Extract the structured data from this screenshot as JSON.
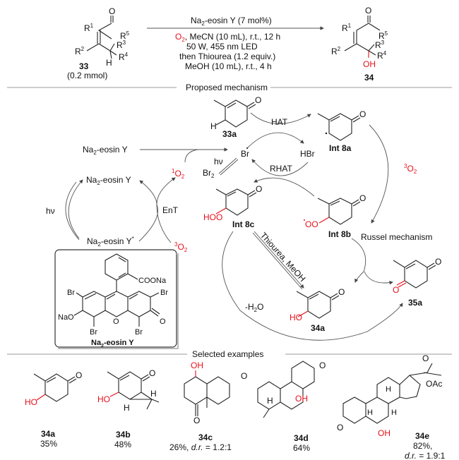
{
  "reaction": {
    "substrate": {
      "label": "33",
      "amount": "(0.2 mmol)",
      "substituents": [
        "R1",
        "R2",
        "R3",
        "R4",
        "R5"
      ],
      "h_label": "H",
      "o_label": "O"
    },
    "product": {
      "label": "34",
      "oh_label": "OH"
    },
    "conditions": {
      "above_arrow": "Na2-eosin Y (7 mol%)",
      "line1_o2": "O2",
      "line1_rest": ", MeCN (10 mL), r.t., 12 h",
      "line2": "50 W, 455 nm LED",
      "line3": "then Thiourea (1.2 equiv.)",
      "line4": "MeOH (10 mL), r.t., 4 h"
    }
  },
  "sections": {
    "mechanism_title": "Proposed mechanism",
    "examples_title": "Selected examples"
  },
  "mechanism": {
    "species": {
      "s33a": "33a",
      "int8a": "Int 8a",
      "int8b": "Int 8b",
      "int8c": "Int 8c",
      "p34a": "34a",
      "p35a": "35a",
      "br_radical": "Br",
      "hbr": "HBr",
      "br2": "Br2",
      "eosin_top": "Na2-eosin Y",
      "eosin_mid": "Na2-eosin Y",
      "eosin_excited": "Na2-eosin Y*",
      "singlet_o2": "1O2",
      "triplet_o2_left": "3O2",
      "triplet_o2_right": "3O2",
      "hooh": "HOO",
      "oo_radical": "OO",
      "ho": "HO",
      "o": "O"
    },
    "labels": {
      "hat": "HAT",
      "rhat": "RHAT",
      "hv1": "hν",
      "hv2": "hν",
      "ent": "EnT",
      "russel": "Russel mechanism",
      "thiourea": "Thiourea, MeOH",
      "minus_water": "-H2O"
    },
    "eosin_box": {
      "title": "Na2-eosin Y",
      "atoms": [
        "COONa",
        "Br",
        "Br",
        "NaO",
        "O",
        "O",
        "Br",
        "Br"
      ]
    }
  },
  "examples": [
    {
      "id": "34a",
      "yield": "35%"
    },
    {
      "id": "34b",
      "yield": "48%"
    },
    {
      "id": "34c",
      "yield": "26%, ",
      "dr_label": "d.r.",
      "dr_value": " = 1.2:1"
    },
    {
      "id": "34d",
      "yield": "64%"
    },
    {
      "id": "34e",
      "yield": "82%,",
      "dr_label": "d.r.",
      "dr_value": " = 1.9:1"
    }
  ],
  "colors": {
    "highlight": "#e8101a",
    "rule": "#999999",
    "text": "#111111"
  }
}
